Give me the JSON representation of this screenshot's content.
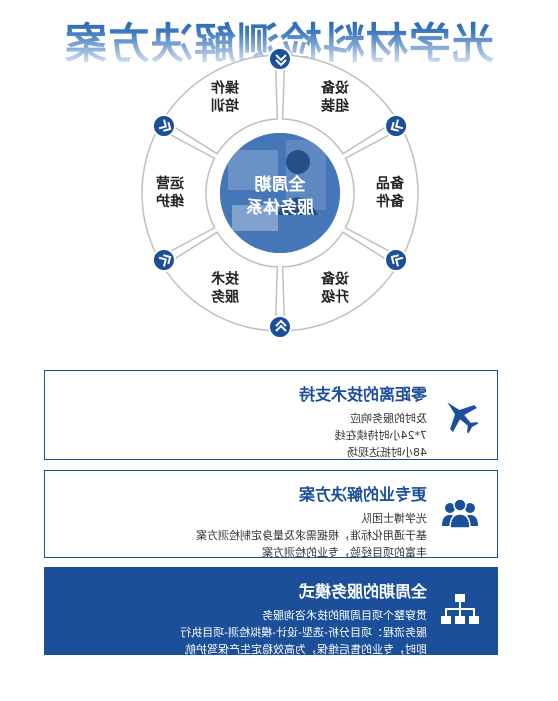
{
  "hero": {
    "title": "光学材料检测解决方案"
  },
  "cycle": {
    "center": {
      "line1": "全周期",
      "line2": "服务体系"
    },
    "segments": [
      {
        "line1": "操作",
        "line2": "培训"
      },
      {
        "line1": "运营",
        "line2": "维护"
      },
      {
        "line1": "技术",
        "line2": "服务"
      },
      {
        "line1": "设备",
        "line2": "升级"
      },
      {
        "line1": "备品",
        "line2": "备件"
      },
      {
        "line1": "设备",
        "line2": "组装"
      }
    ],
    "colors": {
      "accent": "#1b4f9a",
      "ring_stroke": "#bfbfbf",
      "center_bg": "#2f66ad"
    }
  },
  "cards": [
    {
      "title": "零距离的技术支持",
      "lines": [
        "及时的服务响应",
        "7*24小时持续在线",
        "48小时抵达现场"
      ],
      "icon": "airplane-icon",
      "filled": false
    },
    {
      "title": "更专业的解决方案",
      "lines": [
        "光学博士团队",
        "基于通用化标准，根据需求及量身定制检测方案",
        "丰富的项目经验，专业的检测方案"
      ],
      "icon": "team-icon",
      "filled": false
    },
    {
      "title": "全周期的服务模式",
      "lines": [
        "贯穿整个项目周期的技术咨询服务",
        "服务流程：项目分析-选型-设计-模拟检测-项目执行",
        "即时，专业的售后维保，为高效稳定生产保驾护航"
      ],
      "icon": "org-chart-icon",
      "filled": true
    }
  ]
}
